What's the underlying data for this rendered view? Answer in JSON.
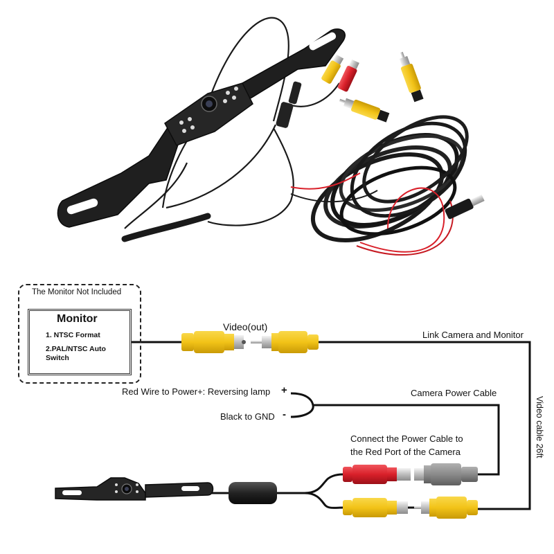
{
  "monitor_group": {
    "not_included_label": "The Monitor Not Included",
    "title": "Monitor",
    "features": [
      "1. NTSC Format",
      "2.PAL/NTSC Auto Switch"
    ]
  },
  "labels": {
    "video_out": "Video(out)",
    "link_camera_monitor": "Link Camera and Monitor",
    "red_wire": "Red Wire to Power+: Reversing lamp",
    "plus_sign": "+",
    "black_gnd": "Black to GND",
    "minus_sign": "-",
    "camera_power_cable": "Camera Power Cable",
    "connect_power_line1": "Connect the Power Cable to",
    "connect_power_line2": "the Red Port of the Camera",
    "video_cable_length": "Video cable 26ft"
  },
  "colors": {
    "yellow_rca": "#f2c318",
    "red_rca": "#d9202a",
    "grey_plug": "#8a8a8a",
    "cable": "#1a1a1a",
    "chrome": "#cfcfcf",
    "camera_body": "#2a2a2a"
  }
}
